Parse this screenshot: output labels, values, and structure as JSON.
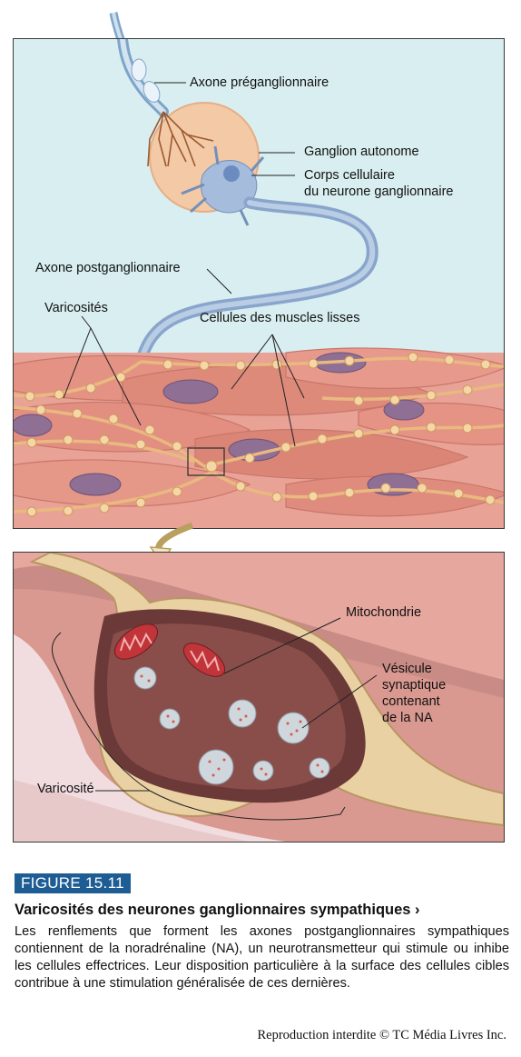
{
  "top_panel": {
    "labels": {
      "axone_pre": "Axone préganglionnaire",
      "ganglion": "Ganglion autonome",
      "corps_line1": "Corps cellulaire",
      "corps_line2": "du neurone ganglionnaire",
      "axone_post": "Axone postganglionnaire",
      "varicosites": "Varicosités",
      "cellules": "Cellules des muscles lisses"
    }
  },
  "bottom_panel": {
    "labels": {
      "mitochondrie": "Mitochondrie",
      "vesicule_line1": "Vésicule",
      "vesicule_line2": "synaptique",
      "vesicule_line3": "contenant",
      "vesicule_line4": "de la NA",
      "varicosite": "Varicosité"
    }
  },
  "caption": {
    "figure_number": "FIGURE 15.11",
    "title": "Varicosités des neurones ganglionnaires sympathiques ›",
    "body": "Les renflements que forment les axones postganglionnaires sympathiques contiennent de la noradrénaline (NA), un neurotransmetteur qui stimule ou  inhibe les cellules effectrices. Leur disposition particulière à la surface des cellules cibles contribue à une stimulation généralisée de ces dernières."
  },
  "copyright": "Reproduction interdite © TC Média Livres Inc.",
  "colors": {
    "figure_tag": "#1e5d93",
    "panel_bg": "#d9eef0",
    "muscle": "#d98a7c",
    "nucleus": "#8a6e93",
    "axon": "#a8bcd8",
    "varicosity": "#f0c894"
  }
}
